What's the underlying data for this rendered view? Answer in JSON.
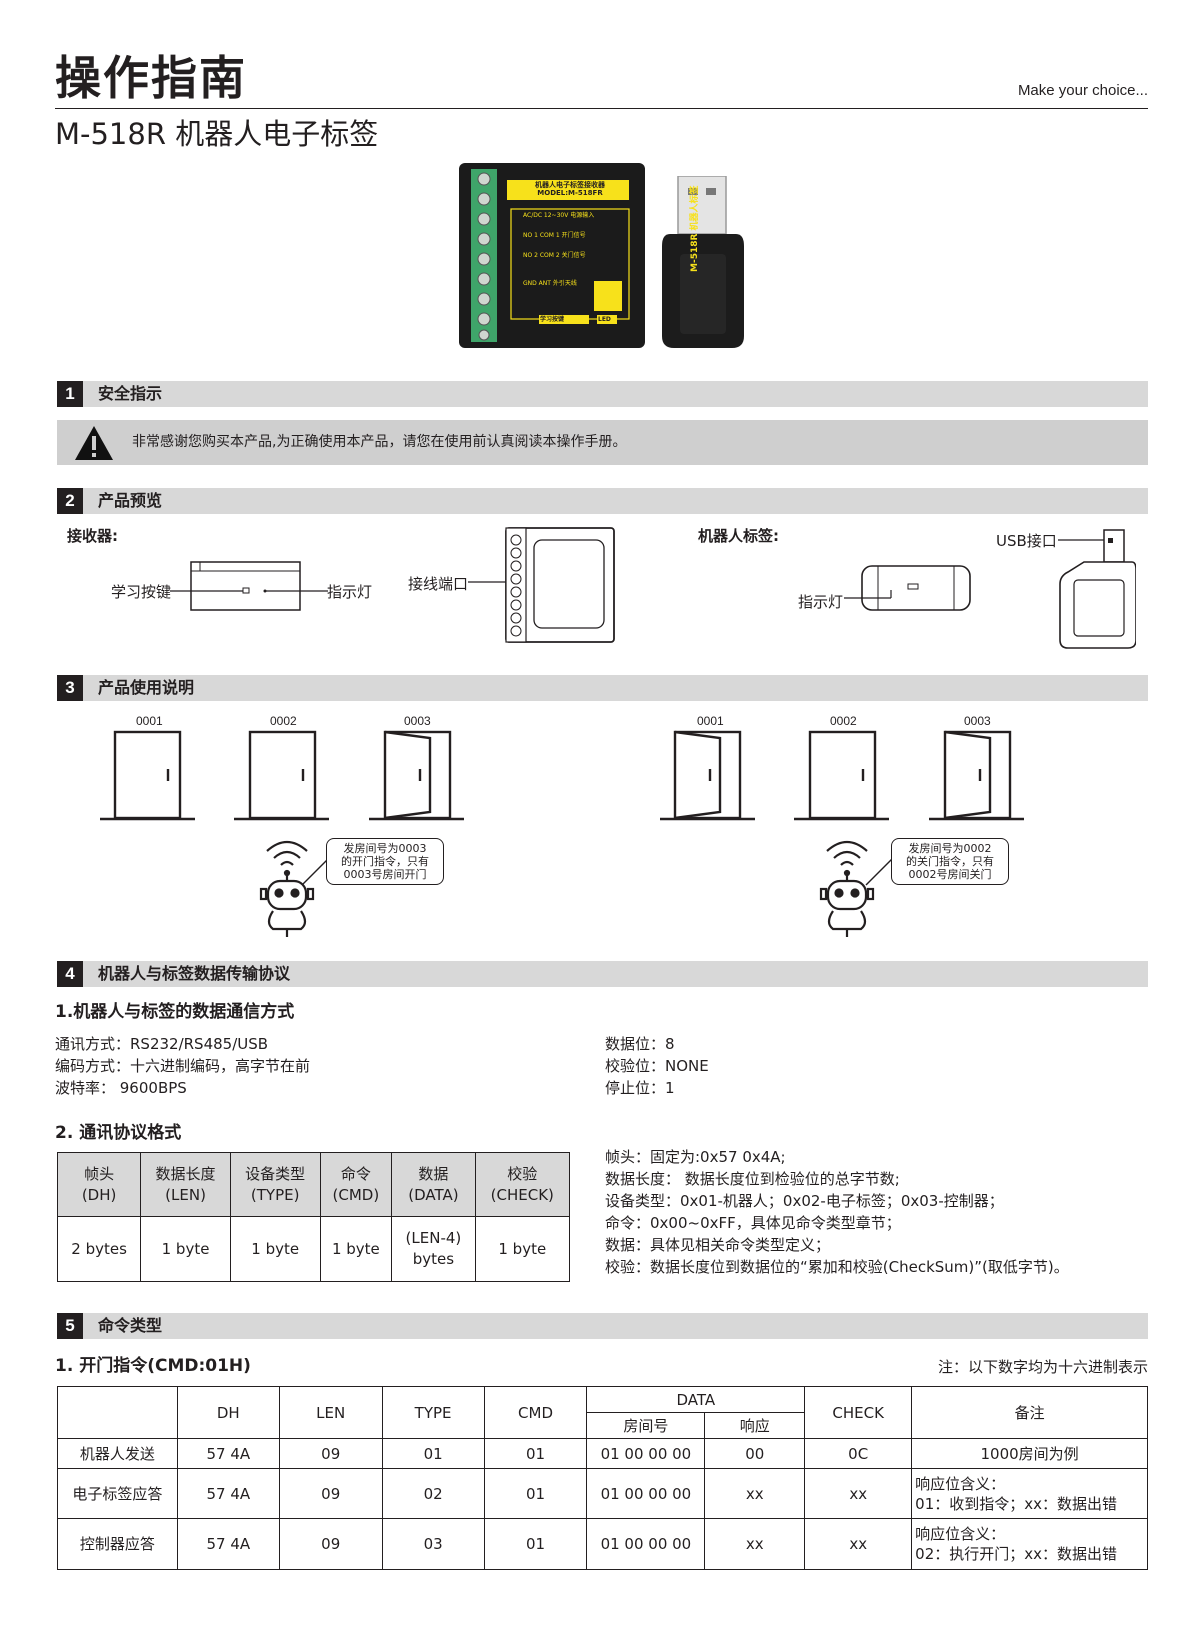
{
  "header": {
    "title": "操作指南",
    "tagline": "Make  your choice...",
    "subtitle": "M-518R 机器人电子标签"
  },
  "product_photo": {
    "receiver_label": "机器人电子标签接收器",
    "model": "MODEL:M-518FR",
    "terminals": [
      {
        "pins": "AC/DC 12~30V",
        "desc": "电源输入"
      },
      {
        "pins": "NO 1 COM 1",
        "desc": "开门信号"
      },
      {
        "pins": "NO 2 COM 2",
        "desc": "关门信号"
      },
      {
        "pins": "GND ANT",
        "desc": "外引天线"
      }
    ],
    "learn_button": "学习按键",
    "led": "LED",
    "usb_tag_label": "M-518R 机器人标签"
  },
  "sections": {
    "s1": {
      "num": "1",
      "title": "安全指示"
    },
    "s2": {
      "num": "2",
      "title": "产品预览"
    },
    "s3": {
      "num": "3",
      "title": "产品使用说明"
    },
    "s4": {
      "num": "4",
      "title": "机器人与标签数据传输协议"
    },
    "s5": {
      "num": "5",
      "title": "命令类型"
    }
  },
  "safety": {
    "text": "非常感谢您购买本产品,为正确使用本产品，请您在使用前认真阅读本操作手册。"
  },
  "preview": {
    "receiver_title": "接收器:",
    "learn_button": "学习按键",
    "indicator": "指示灯",
    "terminal_port": "接线端口",
    "robot_tag_title": "机器人标签:",
    "usb_port": "USB接口",
    "tag_indicator": "指示灯"
  },
  "usage": {
    "left": {
      "doors": [
        "0001",
        "0002",
        "0003"
      ],
      "open_door": 2,
      "bubble": [
        "发房间号为0003",
        "的开门指令，只有",
        "0003号房间开门"
      ]
    },
    "right": {
      "doors": [
        "0001",
        "0002",
        "0003"
      ],
      "open_doors": [
        0,
        2
      ],
      "bubble": [
        "发房间号为0002",
        "的关门指令，只有",
        "0002号房间关门"
      ]
    }
  },
  "protocol": {
    "heading1": "1.机器人与标签的数据通信方式",
    "left_lines": [
      "通讯方式：RS232/RS485/USB",
      "编码方式：十六进制编码，高字节在前",
      "波特率：  9600BPS"
    ],
    "right_lines": [
      "数据位：8",
      "校验位：NONE",
      "停止位：1"
    ],
    "heading2": "2. 通讯协议格式",
    "table_headers": [
      [
        "帧头",
        "(DH)"
      ],
      [
        "数据长度",
        "(LEN)"
      ],
      [
        "设备类型",
        "(TYPE)"
      ],
      [
        "命令",
        "(CMD)"
      ],
      [
        "数据",
        "(DATA)"
      ],
      [
        "校验",
        "(CHECK)"
      ]
    ],
    "table_values": [
      [
        "2 bytes"
      ],
      [
        "1 byte"
      ],
      [
        "1 byte"
      ],
      [
        "1 byte"
      ],
      [
        "(LEN-4)",
        "bytes"
      ],
      [
        "1 byte"
      ]
    ],
    "notes": [
      "帧头：固定为:0x57 0x4A;",
      "数据长度： 数据长度位到检验位的总字节数;",
      "设备类型：0x01-机器人；0x02-电子标签；0x03-控制器；",
      "命令：0x00~0xFF，具体见命令类型章节；",
      "数据：具体见相关命令类型定义；",
      "校验：数据长度位到数据位的“累加和校验(CheckSum)”(取低字节)。"
    ]
  },
  "commands": {
    "heading": "1. 开门指令(CMD:01H)",
    "note": "注：以下数字均为十六进制表示",
    "headers": {
      "dh": "DH",
      "len": "LEN",
      "type": "TYPE",
      "cmd": "CMD",
      "data": "DATA",
      "room": "房间号",
      "resp": "响应",
      "check": "CHECK",
      "remark": "备注"
    },
    "rows": [
      {
        "name": "机器人发送",
        "dh": "57 4A",
        "len": "09",
        "type": "01",
        "cmd": "01",
        "room": "01 00 00 00",
        "resp": "00",
        "check": "0C",
        "remark": [
          "1000房间为例"
        ]
      },
      {
        "name": "电子标签应答",
        "dh": "57 4A",
        "len": "09",
        "type": "02",
        "cmd": "01",
        "room": "01 00 00 00",
        "resp": "xx",
        "check": "xx",
        "remark": [
          "响应位含义：",
          "01：收到指令；xx：数据出错"
        ]
      },
      {
        "name": "控制器应答",
        "dh": "57 4A",
        "len": "09",
        "type": "03",
        "cmd": "01",
        "room": "01 00 00 00",
        "resp": "xx",
        "check": "xx",
        "remark": [
          "响应位含义：",
          "02：执行开门；xx：数据出错"
        ]
      }
    ]
  }
}
